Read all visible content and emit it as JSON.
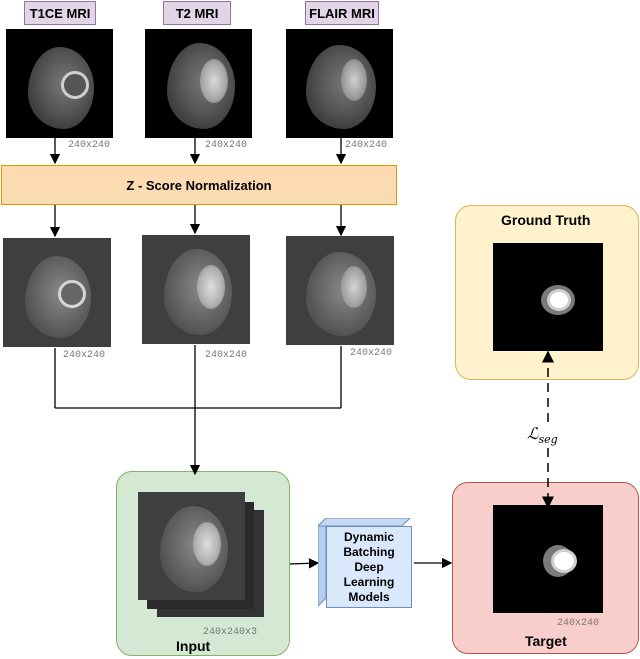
{
  "modalities": [
    {
      "label": "T1CE MRI",
      "raw_dim": "240x240",
      "norm_dim": "240x240"
    },
    {
      "label": "T2 MRI",
      "raw_dim": "240x240",
      "norm_dim": "240x240"
    },
    {
      "label": "FLAIR MRI",
      "raw_dim": "240x240",
      "norm_dim": "240x240"
    }
  ],
  "normalization": {
    "label": "Z - Score Normalization"
  },
  "input": {
    "title": "Input",
    "dim": "240x240x3"
  },
  "model": {
    "lines": [
      "Dynamic",
      "Batching",
      "Deep",
      "Learning",
      "Models"
    ]
  },
  "target": {
    "title": "Target",
    "dim": "240x240"
  },
  "ground_truth": {
    "title": "Ground Truth"
  },
  "loss": {
    "symbol": "ℒ",
    "subscript": "seg"
  },
  "colors": {
    "mri_label_fill": "#e1d5e7",
    "normalization_fill": "#fcdbb3",
    "input_panel_fill": "#d5e8d4",
    "target_panel_fill": "#f8cecc",
    "ground_truth_panel_fill": "#fff2cc",
    "model_fill": "#dae8fc"
  }
}
